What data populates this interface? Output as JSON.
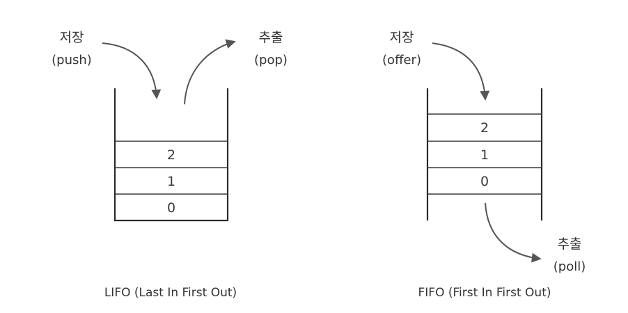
{
  "lifo": {
    "store_label": "저장",
    "store_method": "(push)",
    "extract_label": "추출",
    "extract_method": "(pop)",
    "cells": [
      "2",
      "1",
      "0"
    ],
    "caption": "LIFO (Last In First Out)"
  },
  "fifo": {
    "store_label": "저장",
    "store_method": "(offer)",
    "extract_label": "추출",
    "extract_method": "(poll)",
    "cells": [
      "2",
      "1",
      "0"
    ],
    "caption": "FIFO (First In First Out)"
  },
  "colors": {
    "line": "#2a2a2a",
    "arrow": "#555555",
    "text": "#333333"
  }
}
